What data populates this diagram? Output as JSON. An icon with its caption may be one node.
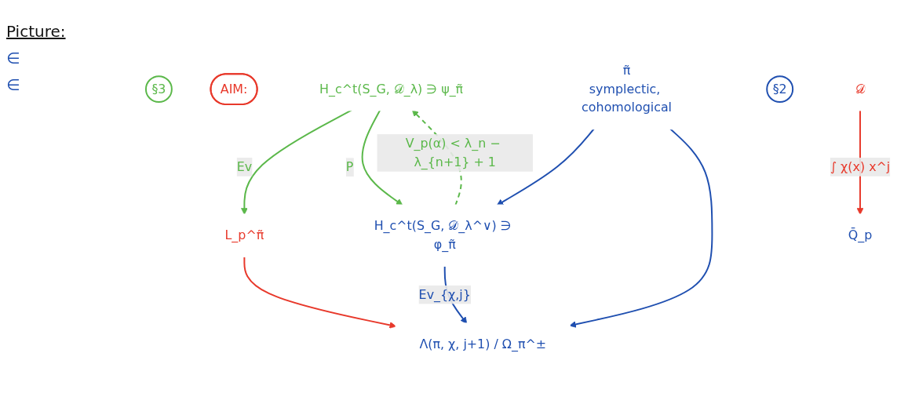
{
  "diagram": {
    "nodes": [
      {
        "text": [
          "§3"
        ]
      },
      {
        "text": [
          "AIM:"
        ]
      },
      {
        "text": [
          "H_c^t(S_G, 𝒟_λ) ∋ ψ_π̃"
        ]
      },
      {
        "text": [
          "L_p^π̃"
        ]
      },
      {
        "text": [
          "𝒟"
        ]
      },
      {
        "text": [
          "H_c^t(S_G, 𝒟_λ^∨) ∋ φ_π̃"
        ]
      },
      {
        "text": [
          "Λ(π, χ, j+1) / Ω_π^±"
        ]
      },
      {
        "text": [
          "Q̄_p"
        ]
      },
      {
        "text": [
          "§2"
        ]
      },
      {
        "text": [
          "π̃",
          "symplectic, cohomological"
        ]
      }
    ],
    "edges": [
      {
        "from": 2,
        "to": 3,
        "arrow": "to",
        "label": "Ev",
        "color": "#5bb84a"
      },
      {
        "from": 2,
        "to": 5,
        "arrow": "to",
        "label": "P",
        "color": "#5bb84a"
      },
      {
        "from": 5,
        "to": 2,
        "arrow": "to",
        "label": "V_p(α) < λ_n − λ_{n+1} + 1",
        "style": "dashed",
        "color": "#5bb84a"
      },
      {
        "from": 3,
        "to": 6,
        "arrow": "to",
        "color": "#e8392b"
      },
      {
        "from": 4,
        "to": 7,
        "arrow": "to",
        "label": "∫ χ(x) x^j",
        "color": "#e8392b"
      },
      {
        "from": 5,
        "to": 6,
        "arrow": "to",
        "label": "Ev_{χ,j}",
        "color": "#1f4fb0"
      },
      {
        "from": 9,
        "to": 5,
        "arrow": "to",
        "color": "#1f4fb0"
      },
      {
        "from": 9,
        "to": 6,
        "arrow": "to",
        "color": "#1f4fb0"
      }
    ],
    "labels": [
      "Picture:",
      "∈",
      "∈"
    ]
  }
}
